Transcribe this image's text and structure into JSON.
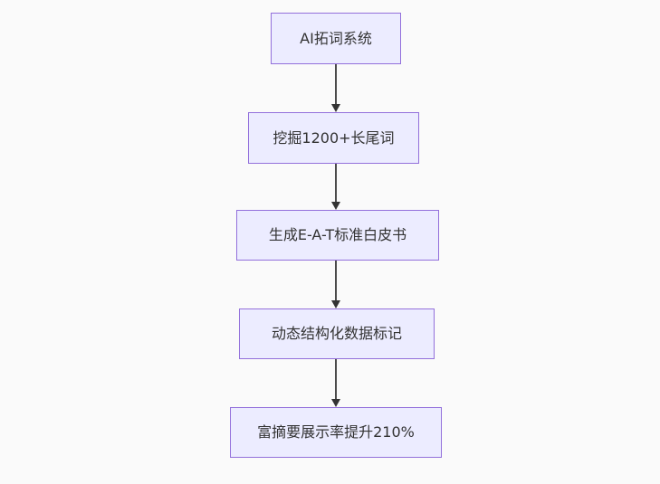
{
  "page": {
    "background_color": "#fafafa"
  },
  "flowchart": {
    "type": "flowchart",
    "direction": "top-down",
    "node_fill_color": "#ECECFF",
    "node_border_color": "#9370DB",
    "text_color": "#333333",
    "arrow_color": "#333333",
    "nodes": [
      {
        "label": "AI拓词系统"
      },
      {
        "label": "挖掘1200+长尾词"
      },
      {
        "label": "生成E-A-T标准白皮书"
      },
      {
        "label": "动态结构化数据标记"
      },
      {
        "label": "富摘要展示率提升210%"
      }
    ],
    "edges": [
      {
        "from": 0,
        "to": 1
      },
      {
        "from": 1,
        "to": 2
      },
      {
        "from": 2,
        "to": 3
      },
      {
        "from": 3,
        "to": 4
      }
    ]
  }
}
